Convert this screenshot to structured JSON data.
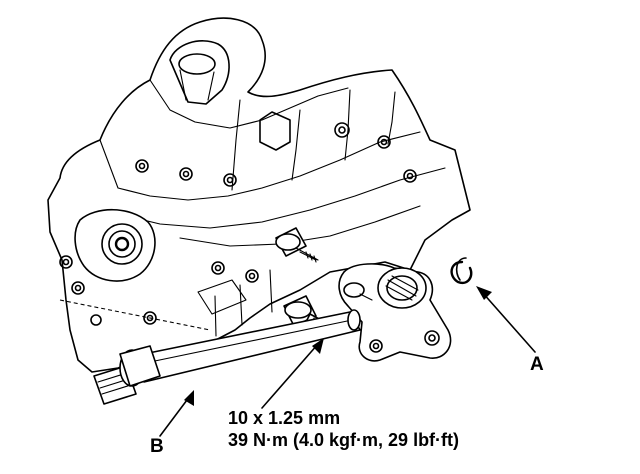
{
  "callouts": {
    "a": "A",
    "b": "B"
  },
  "bolt_spec": {
    "size": "10 x 1.25 mm",
    "torque": "39 N·m (4.0 kgf·m, 29 lbf·ft)"
  }
}
